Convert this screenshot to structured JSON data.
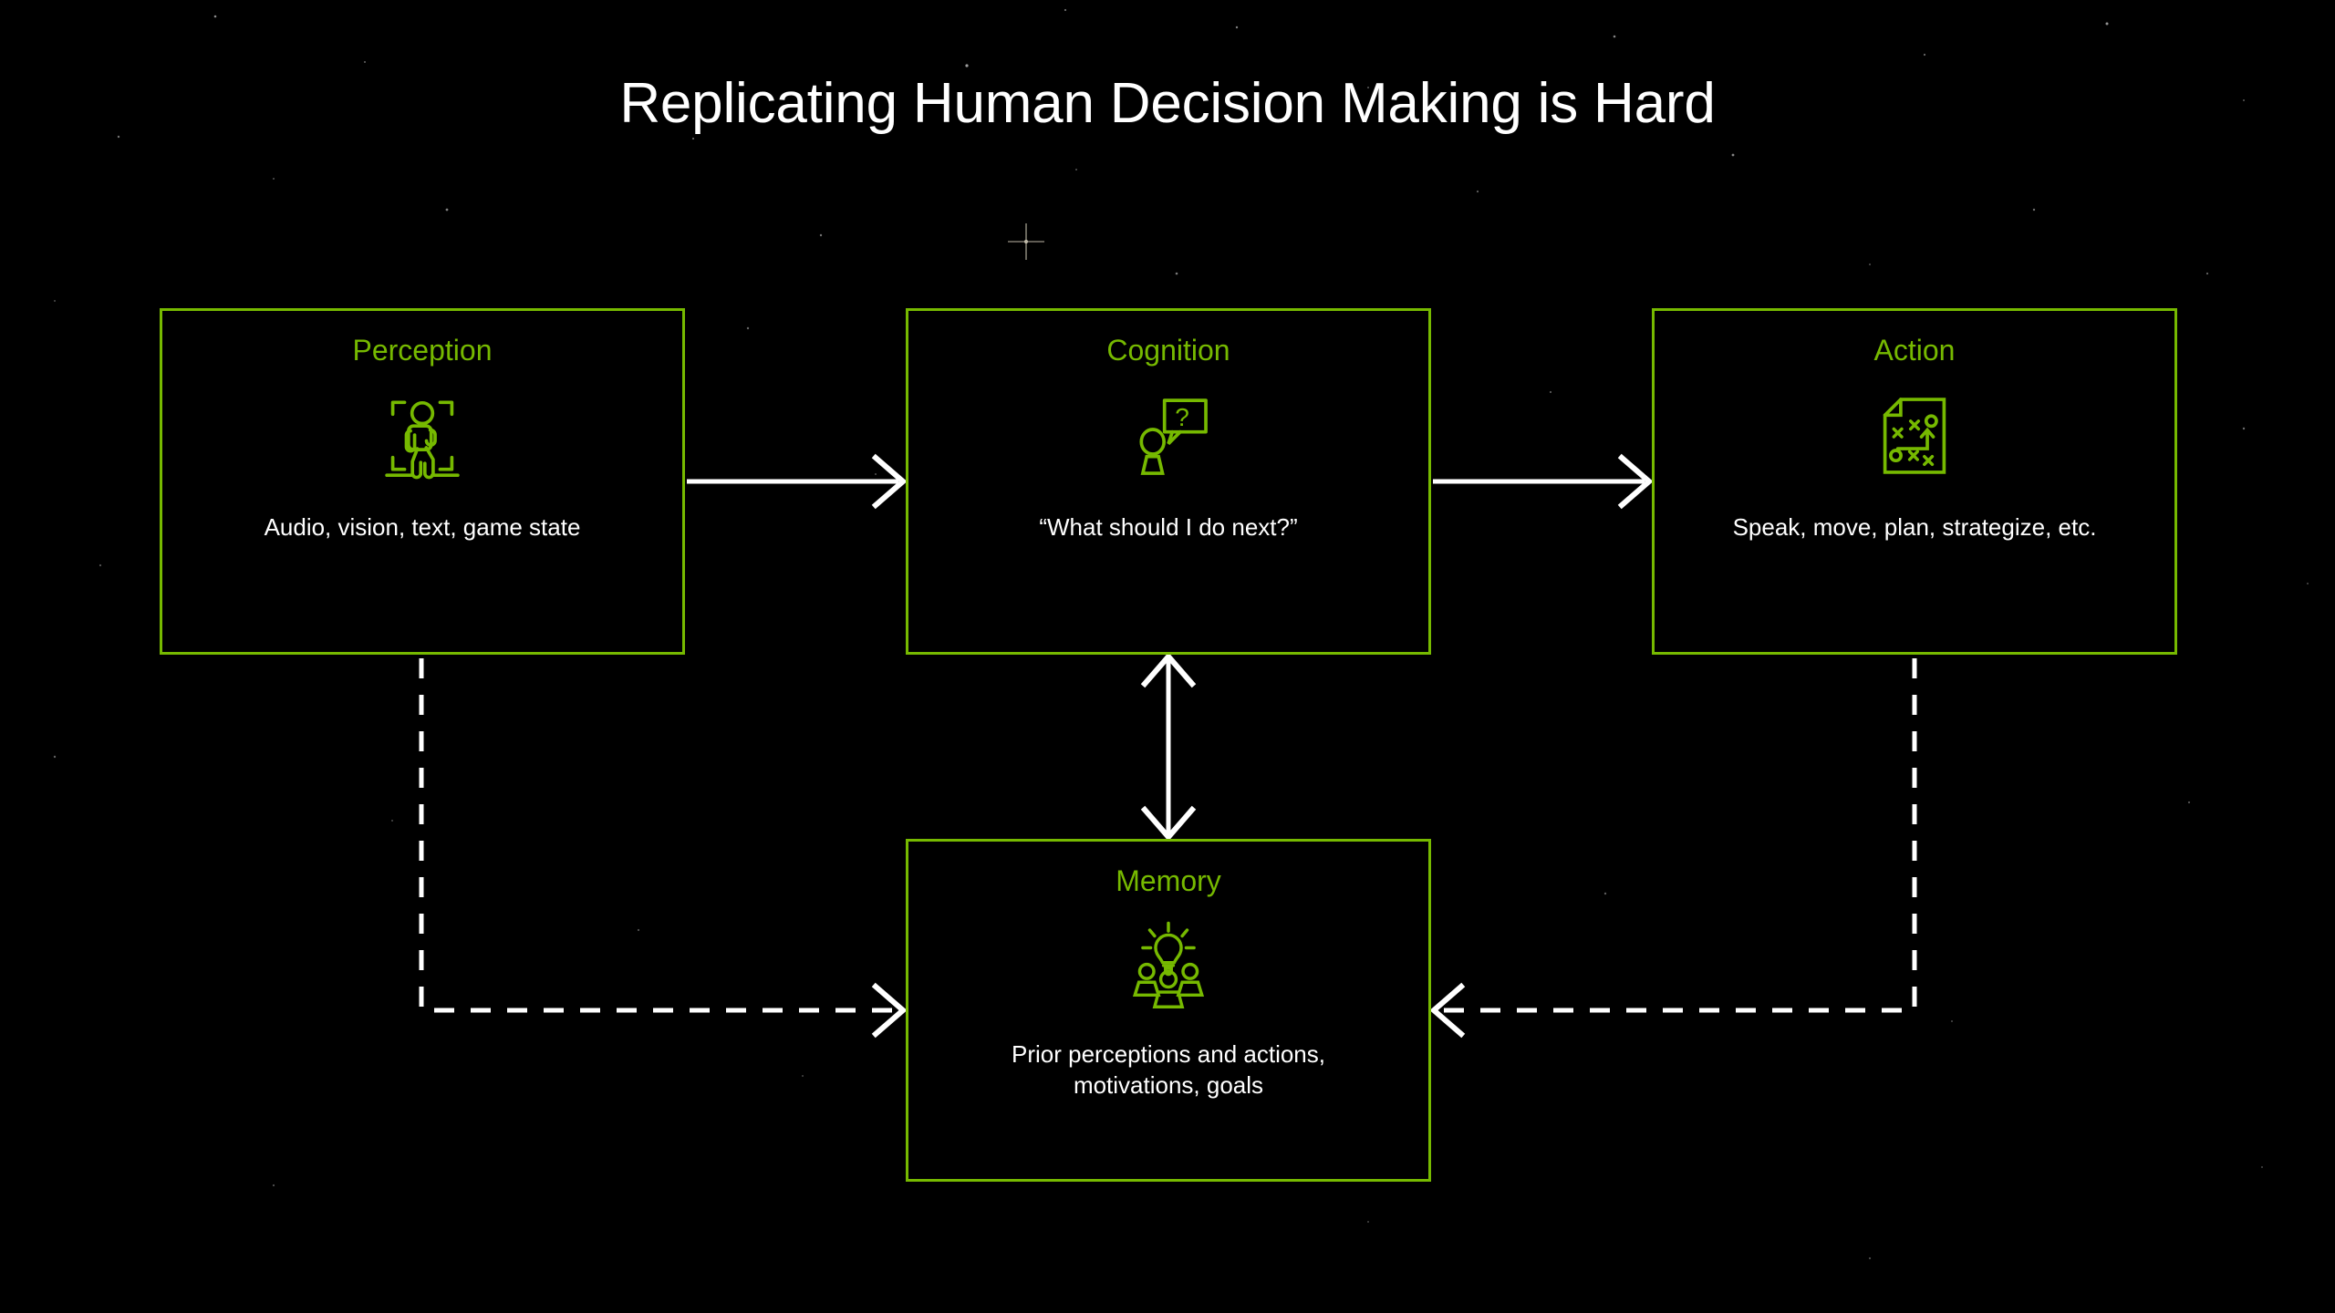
{
  "slide": {
    "title": "Replicating Human Decision Making is Hard",
    "background_color": "#000000",
    "accent_color": "#76b900",
    "text_color": "#ffffff"
  },
  "nodes": [
    {
      "id": "perception",
      "title": "Perception",
      "caption": "Audio, vision, text, game state",
      "icon": "walking-person-in-focus-brackets-icon"
    },
    {
      "id": "cognition",
      "title": "Cognition",
      "caption": "“What should I do next?”",
      "icon": "person-with-question-speech-bubble-icon",
      "bubble_glyph": "?"
    },
    {
      "id": "action",
      "title": "Action",
      "caption": "Speak, move, plan, strategize, etc.",
      "icon": "strategy-playbook-document-icon"
    },
    {
      "id": "memory",
      "title": "Memory",
      "caption": "Prior perceptions and actions,\nmotivations, goals",
      "icon": "lightbulb-over-people-icon"
    }
  ],
  "connectors": [
    {
      "id": "perception-to-cognition",
      "style": "solid",
      "direction": "forward",
      "color": "#ffffff"
    },
    {
      "id": "cognition-to-action",
      "style": "solid",
      "direction": "forward",
      "color": "#ffffff"
    },
    {
      "id": "cognition-memory",
      "style": "solid",
      "direction": "bidirectional",
      "color": "#ffffff"
    },
    {
      "id": "perception-to-memory",
      "style": "dashed",
      "direction": "forward",
      "color": "#ffffff"
    },
    {
      "id": "action-to-memory",
      "style": "dashed",
      "direction": "forward",
      "color": "#ffffff"
    }
  ]
}
